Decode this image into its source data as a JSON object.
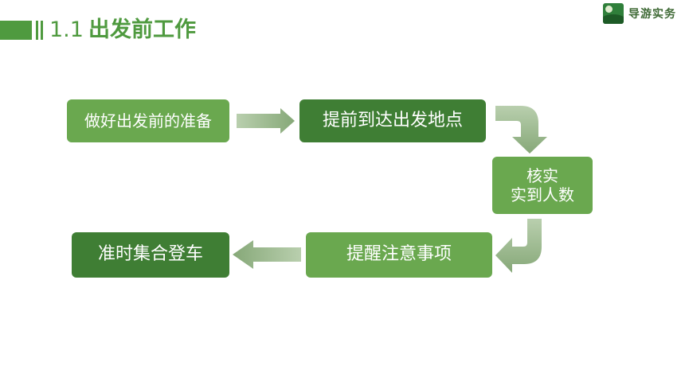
{
  "header": {
    "section_number": "1.1",
    "section_title": "出发前工作"
  },
  "logo": {
    "icon": "landscape-logo-icon",
    "text": "导游实务"
  },
  "flow": {
    "step1": "做好出发前的准备",
    "step2": "提前到达出发地点",
    "step3_line1": "核实",
    "step3_line2": "实到人数",
    "step4": "提醒注意事项",
    "step5": "准时集合登车"
  },
  "colors": {
    "accent": "#4f9a3f",
    "box_light": "#6aa84f",
    "box_dark": "#3f7e34",
    "arrow": "#9ab88f"
  }
}
